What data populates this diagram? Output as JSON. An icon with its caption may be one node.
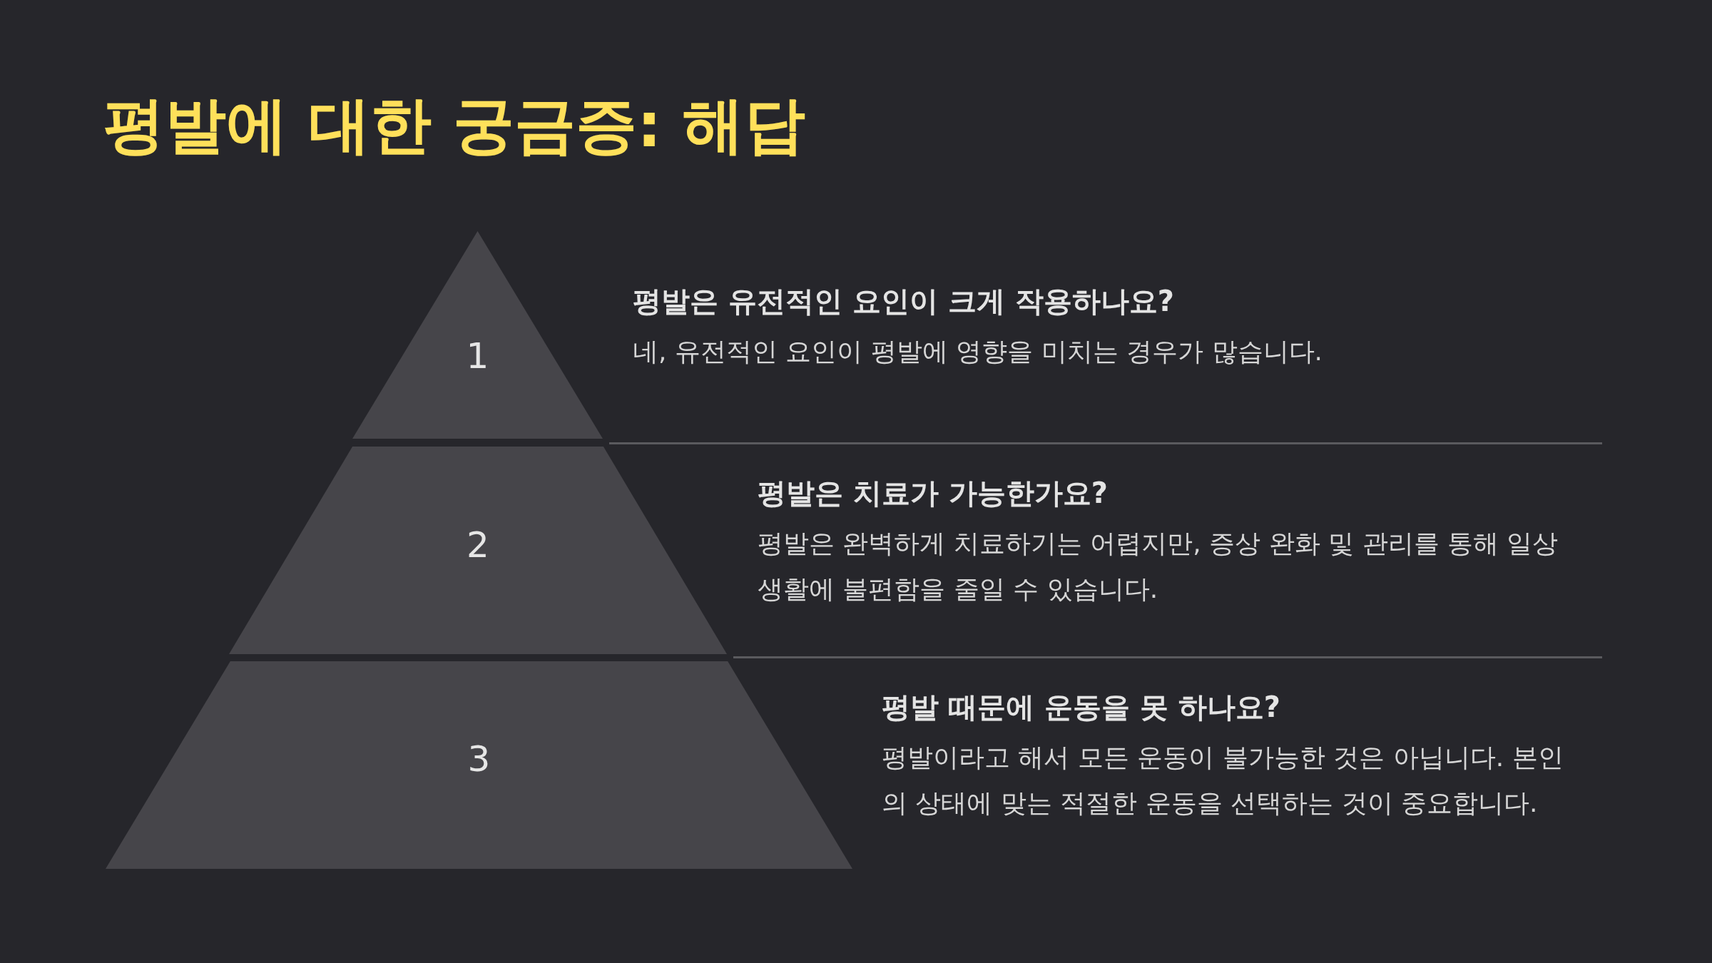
{
  "diagram": {
    "title": "평발에 대한 궁금증: 해답",
    "nodes": [
      {
        "text": [
          "1"
        ],
        "beside": [
          "평발은 유전적인 요인이 크게 작용하나요?",
          "네, 유전적인 요인이 평발에 영향을 미치는 경우가 많습니다."
        ]
      },
      {
        "text": [
          "2"
        ],
        "beside": [
          "평발은 치료가 가능한가요?",
          "평발은 완벽하게 치료하기는 어렵지만, 증상 완화 및 관리를 통해 일상 생활에 불편함을 줄일 수 있습니다."
        ]
      },
      {
        "text": [
          "3"
        ],
        "beside": [
          "평발 때문에 운동을 못 하나요?",
          "평발이라고 해서 모든 운동이 불가능한 것은 아닙니다. 본인의 상태에 맞는 적절한 운동을 선택하는 것이 중요합니다."
        ]
      }
    ],
    "edges": []
  }
}
